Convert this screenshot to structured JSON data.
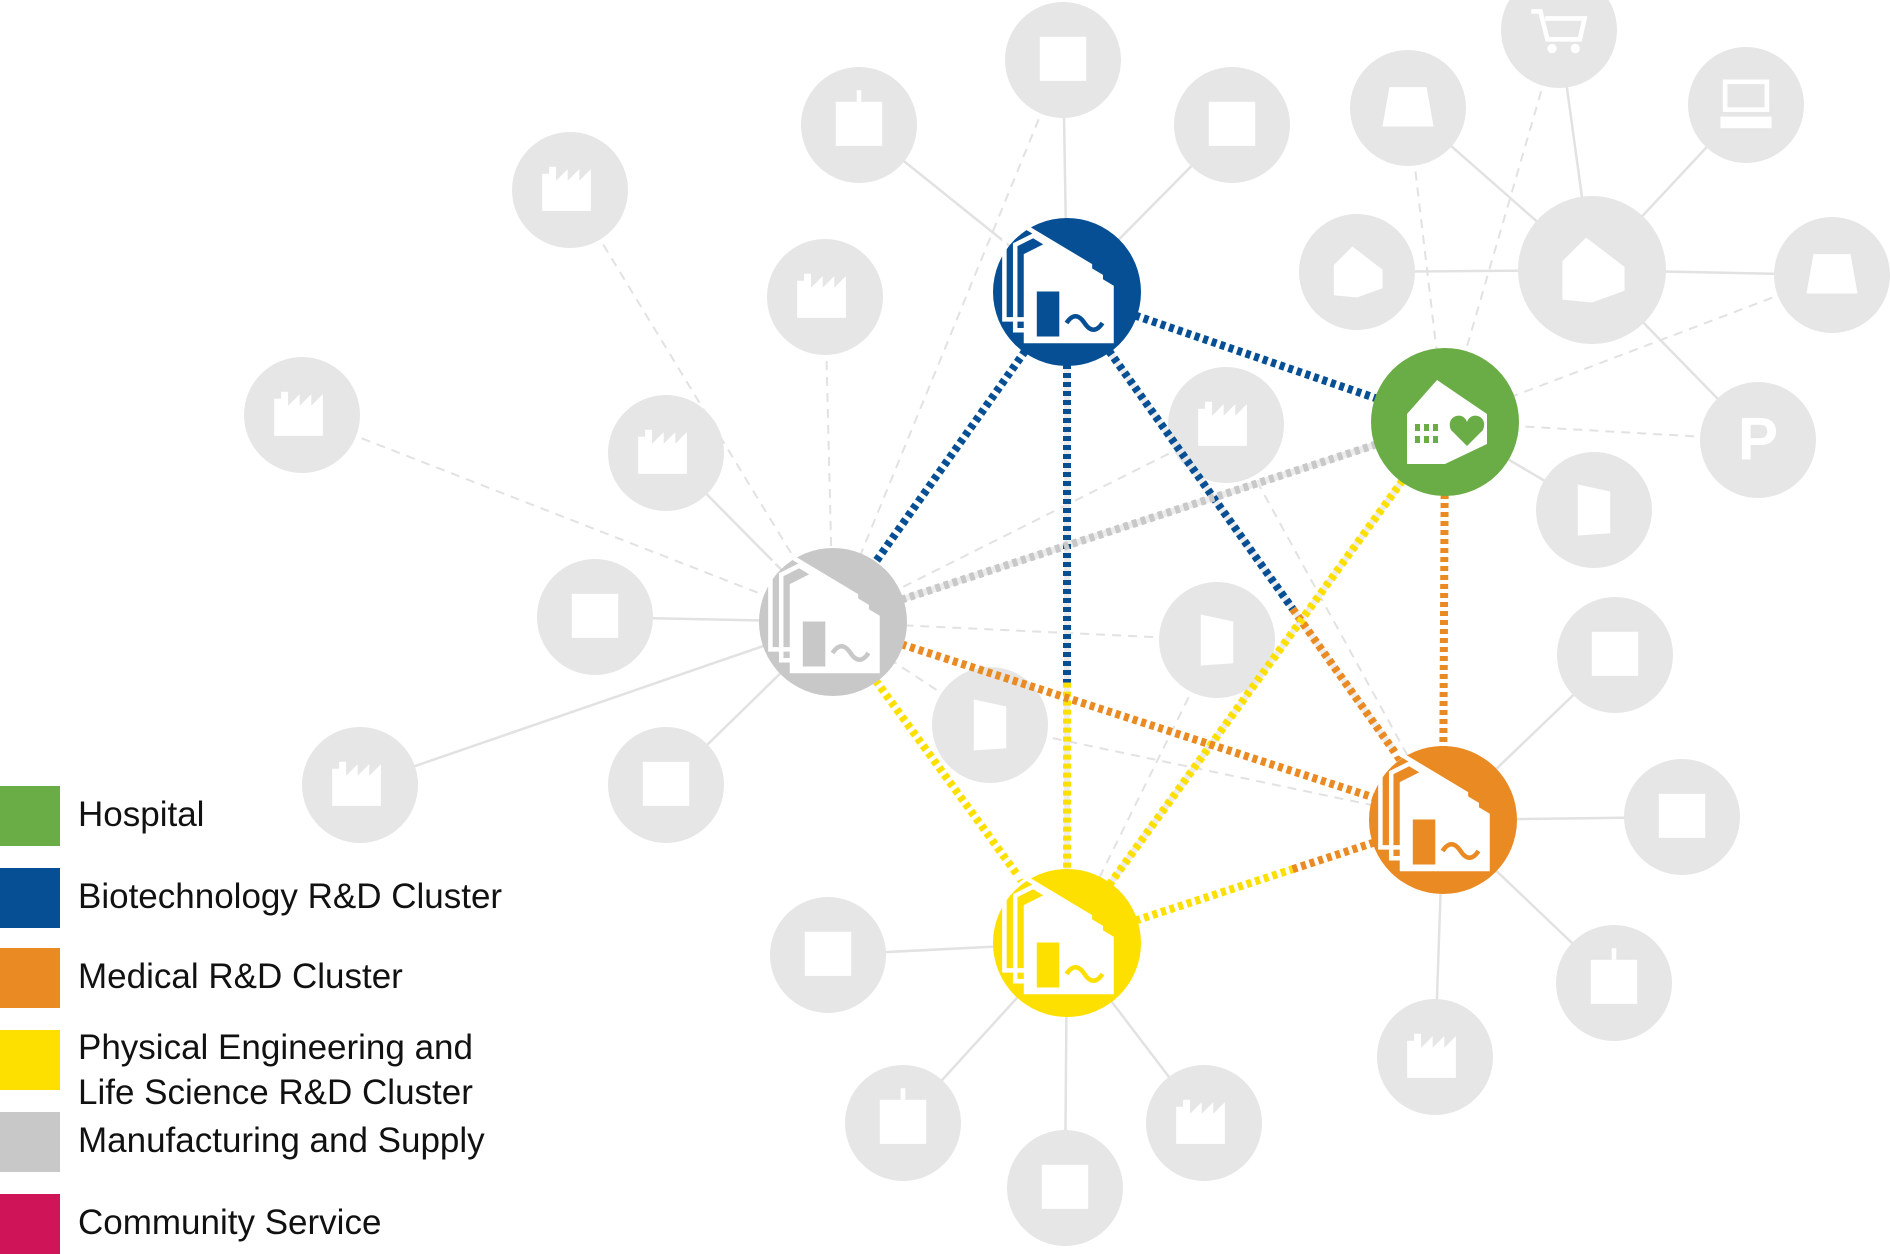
{
  "legend": [
    {
      "label": "Hospital",
      "color": "#6aac45"
    },
    {
      "label": "Biotechnology R&D Cluster",
      "color": "#064f94"
    },
    {
      "label": "Medical R&D Cluster",
      "color": "#ea8a22"
    },
    {
      "label": "Physical Engineering and\nLife Science R&D Cluster",
      "color": "#fde000"
    },
    {
      "label": "Manufacturing and Supply",
      "color": "#c8c8c8"
    },
    {
      "label": "Community Service",
      "color": "#cf1457"
    }
  ],
  "colors": {
    "hospital": "#6aac45",
    "biotech": "#064f94",
    "medical": "#ea8a22",
    "physical": "#fde000",
    "manufacturing": "#c8c8c8",
    "community": "#cf1457",
    "background_node": "#e6e6e6",
    "background_line": "#e2e2e2"
  },
  "hubs": [
    {
      "id": "biotech",
      "color_key": "biotech",
      "icon": "biotech-factory-icon"
    },
    {
      "id": "hospital",
      "color_key": "hospital",
      "icon": "hospital-house-icon"
    },
    {
      "id": "manufacturing",
      "color_key": "manufacturing",
      "icon": "robot-arm-factory-icon"
    },
    {
      "id": "medical",
      "color_key": "medical",
      "icon": "medical-factory-icon"
    },
    {
      "id": "physical",
      "color_key": "physical",
      "icon": "physical-factory-icon"
    }
  ],
  "background_icons": [
    "factory-icon",
    "office-building-icon",
    "school-icon",
    "apartment-icon",
    "shopping-cart-icon",
    "gym-icon",
    "presentation-icon",
    "community-house-icon",
    "museum-icon",
    "parking-icon",
    "tower-icon",
    "bank-icon"
  ]
}
